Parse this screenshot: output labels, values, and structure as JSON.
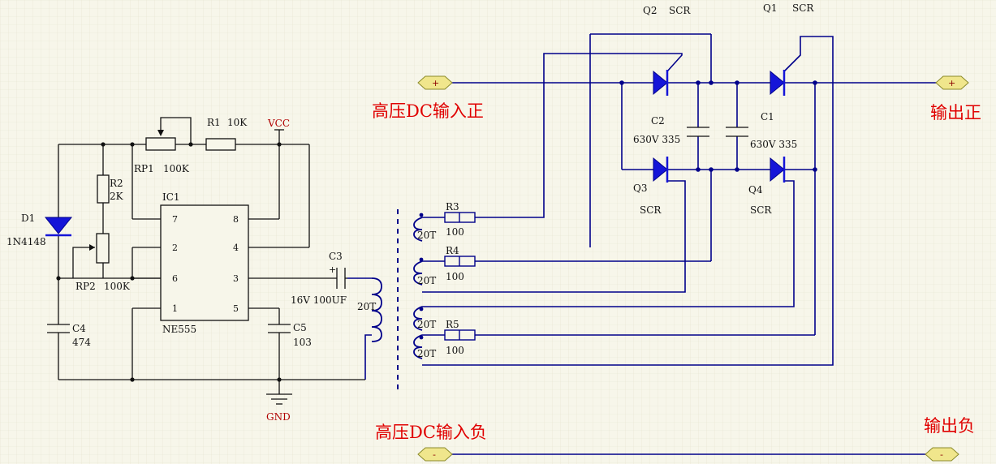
{
  "labels": {
    "q2": "Q2",
    "q2_type": "SCR",
    "q1": "Q1",
    "q1_type": "SCR",
    "q3": "Q3",
    "q3_type": "SCR",
    "q4": "Q4",
    "q4_type": "SCR",
    "c2": "C2",
    "c2_val": "630V 335",
    "c1": "C1",
    "c1_val": "630V 335",
    "r1": "R1",
    "r1_val": "10K",
    "vcc": "VCC",
    "rp1": "RP1",
    "rp1_val": "100K",
    "r2": "R2",
    "r2_val": "2K",
    "ic1": "IC1",
    "ic1_type": "NE555",
    "d1": "D1",
    "d1_val": "1N4148",
    "rp2": "RP2",
    "rp2_val": "100K",
    "c3": "C3",
    "c3_val": "16V 100UF",
    "c4": "C4",
    "c4_val": "474",
    "c5": "C5",
    "c5_val": "103",
    "gnd": "GND",
    "r3": "R3",
    "r3_val": "100",
    "r4": "R4",
    "r4_val": "100",
    "r5": "R5",
    "r5_val": "100",
    "turns_primary": "20T",
    "turns_s1": "20T",
    "turns_s2": "20T",
    "turns_s3": "20T",
    "turns_s4": "20T",
    "pin7": "7",
    "pin8": "8",
    "pin2": "2",
    "pin4": "4",
    "pin6": "6",
    "pin3": "3",
    "pin1": "1",
    "pin5": "5"
  },
  "annotations": {
    "hv_in_pos": "高压DC输入正",
    "hv_in_neg": "高压DC输入负",
    "out_pos": "输出正",
    "out_neg": "输出负"
  },
  "ports": {
    "in_pos": "+",
    "out_pos": "+",
    "in_neg": "-",
    "out_neg": "-"
  },
  "colors": {
    "background": "#f7f6ea",
    "wire": "#00008a",
    "device_fill": "#1515d8",
    "annotation": "#e00000",
    "power_label": "#b00000"
  }
}
